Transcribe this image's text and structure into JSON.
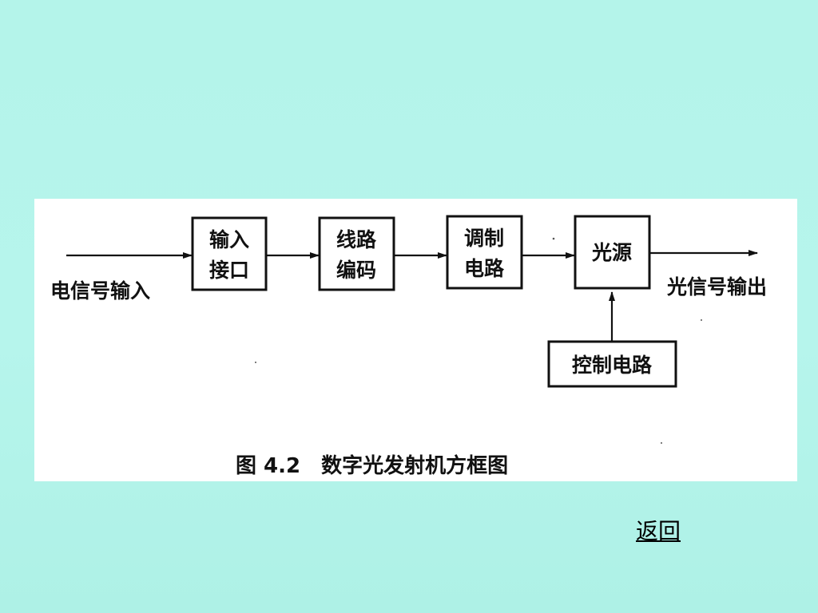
{
  "diagram": {
    "input_label": "电信号输入",
    "output_label": "光信号输出",
    "blocks": {
      "input_interface": [
        "输入",
        "接口"
      ],
      "line_coding": [
        "线路",
        "编码"
      ],
      "modulation": [
        "调制",
        "电路"
      ],
      "light_source": [
        "光源"
      ],
      "control_circuit": [
        "控制电路"
      ]
    },
    "caption": "图 4.2　数字光发射机方框图"
  },
  "nav": {
    "return_label": "返回"
  }
}
